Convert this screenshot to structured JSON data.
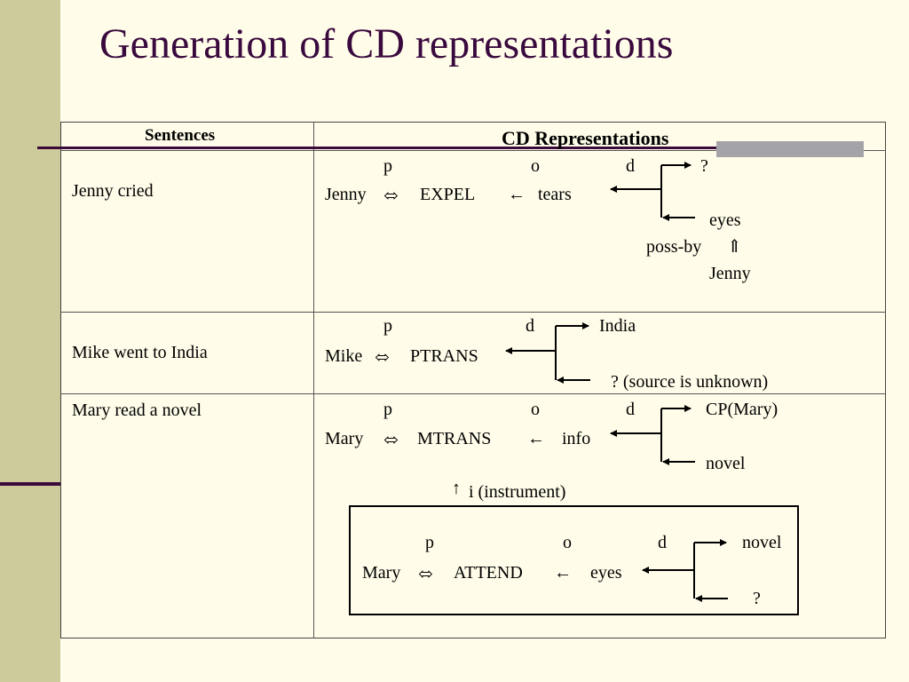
{
  "title": "Generation of CD representations",
  "table": {
    "headers": {
      "sentences": "Sentences",
      "cd": "CD Representations"
    }
  },
  "rows": [
    {
      "sentence": "Jenny cried",
      "cd": {
        "p": "p",
        "o": "o",
        "d": "d",
        "q": "?",
        "actor": "Jenny",
        "bi": "⬄",
        "act": "EXPEL",
        "la": "←",
        "obj": "tears",
        "to": "eyes",
        "possby": "poss-by",
        "up": "⇑",
        "owner": "Jenny"
      }
    },
    {
      "sentence": "Mike went to India",
      "cd": {
        "p": "p",
        "d": "d",
        "dest": "India",
        "actor": "Mike",
        "bi": "⬄",
        "act": "PTRANS",
        "src": "? (source is unknown)"
      }
    },
    {
      "sentence": "Mary read a novel",
      "cd": {
        "p": "p",
        "o": "o",
        "d": "d",
        "dest": "CP(Mary)",
        "actor": "Mary",
        "bi": "⬄",
        "act": "MTRANS",
        "la": "←",
        "obj": "info",
        "src": "novel",
        "up": "↑",
        "inst": "i  (instrument)"
      },
      "box": {
        "p": "p",
        "o": "o",
        "d": "d",
        "dest": "novel",
        "actor": "Mary",
        "bi": "⬄",
        "act": "ATTEND",
        "la": "←",
        "obj": "eyes",
        "src": "?"
      }
    }
  ]
}
